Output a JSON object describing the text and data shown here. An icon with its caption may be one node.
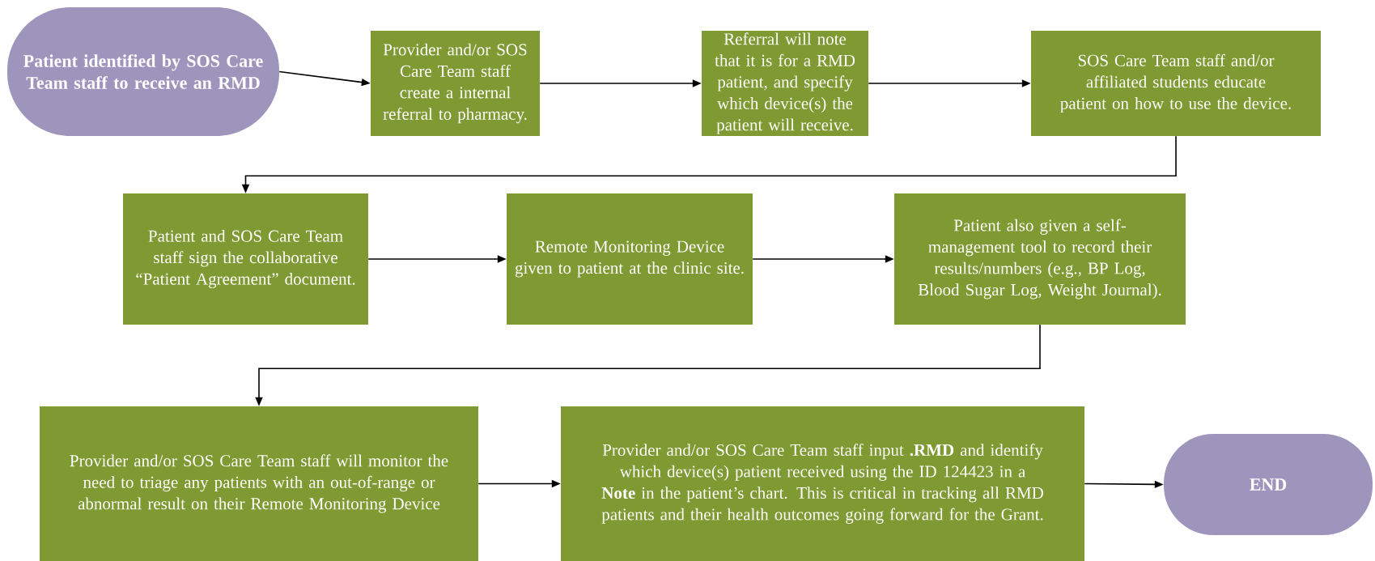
{
  "diagram": {
    "nodes": [
      {
        "text": [
          "Patient identified by SOS Care Team staff to receive an RMD"
        ]
      },
      {
        "text": [
          "Provider and/or SOS Care Team staff create a internal referral to pharmacy."
        ]
      },
      {
        "text": [
          "Referral will note that it is for a RMD patient, and specify which device(s) the patient will receive."
        ]
      },
      {
        "text": [
          "SOS Care Team staff and/or affiliated students educate patient on how to use the device."
        ]
      },
      {
        "text": [
          "Patient and SOS Care Team staff sign the collaborative “Patient Agreement” document."
        ]
      },
      {
        "text": [
          "Remote Monitoring Device given to patient at the clinic site."
        ]
      },
      {
        "text": [
          "Patient also given a self-management tool to record their results/numbers (e.g., BP Log, Blood Sugar Log, Weight Journal)."
        ]
      },
      {
        "text": [
          "Provider and/or SOS Care Team staff will monitor the need to triage any patients with an out-of-range or abnormal result on their Remote Monitoring Device"
        ]
      },
      {
        "text": [
          "Provider and/or SOS Care Team staff input **.RMD** and identify which device(s) patient received using the ID 124423 in a **Note** in the patient’s chart. This is critical in tracking all RMD patients and their health outcomes going forward for the Grant."
        ]
      },
      {
        "text": [
          "END"
        ]
      }
    ],
    "edges": [
      {
        "from": 0,
        "to": 1,
        "arrow": "to"
      },
      {
        "from": 1,
        "to": 2,
        "arrow": "to"
      },
      {
        "from": 2,
        "to": 3,
        "arrow": "to"
      },
      {
        "from": 3,
        "to": 4,
        "arrow": "to"
      },
      {
        "from": 4,
        "to": 5,
        "arrow": "to"
      },
      {
        "from": 5,
        "to": 6,
        "arrow": "to"
      },
      {
        "from": 6,
        "to": 7,
        "arrow": "to"
      },
      {
        "from": 7,
        "to": 8,
        "arrow": "to"
      },
      {
        "from": 8,
        "to": 9,
        "arrow": "to"
      }
    ]
  }
}
